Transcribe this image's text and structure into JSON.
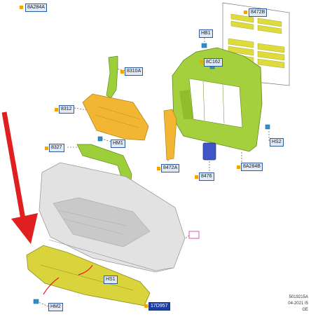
{
  "labels": {
    "top_left": "8A284A",
    "grille_shutter": "8472B",
    "hb1": "HB1",
    "c162": "8C162",
    "bracket_8310a": "8310A",
    "grille_8312": "8312",
    "hm1": "HM1",
    "reinforcement_8327": "8327",
    "bracket_8472a": "8472A",
    "actuator_8476": "8476",
    "frame_8a284b": "8A284B",
    "hs2": "HS2",
    "hs1": "HS1",
    "hm2": "HM2",
    "absorber": "17D957"
  },
  "footer": {
    "code": "5019215A",
    "date": "04-2021 I5",
    "region": "GE"
  },
  "colors": {
    "part_yellow": "#d9d43c",
    "part_green": "#9ccf3a",
    "part_orange": "#f2b632",
    "bumper_grey": "#dcdcdc",
    "label_fill": "#dfe9f7",
    "label_border": "#2c5aa0",
    "highlight_label": "#1f3f9e",
    "arrow_red": "#e02020",
    "fastener_blue": "#2f8fc9"
  }
}
